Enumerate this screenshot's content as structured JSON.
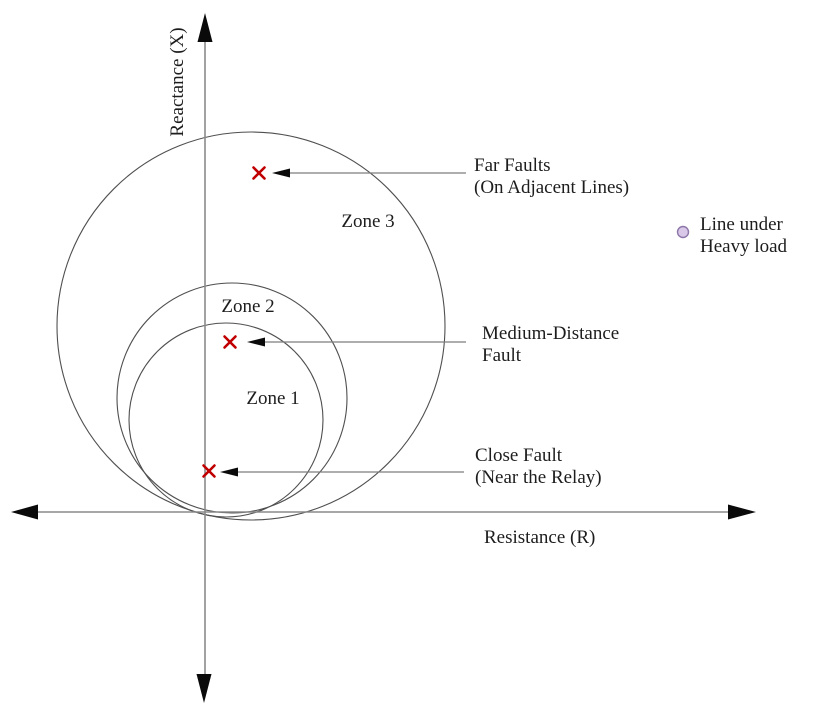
{
  "axes": {
    "x_label": "Resistance (R)",
    "y_label": "Reactance (X)"
  },
  "zones": [
    {
      "label": "Zone 1"
    },
    {
      "label": "Zone 2"
    },
    {
      "label": "Zone 3"
    }
  ],
  "annotations": {
    "far_fault": {
      "line1": "Far Faults",
      "line2": "(On Adjacent Lines)"
    },
    "medium_fault": {
      "line1": "Medium-Distance",
      "line2": "Fault"
    },
    "close_fault": {
      "line1": "Close Fault",
      "line2": "(Near the Relay)"
    },
    "heavy_load": {
      "line1": "Line under",
      "line2": "Heavy load"
    }
  },
  "markers": {
    "fault_symbol": "red-x-cross",
    "heavy_load_symbol": "lavender-circle"
  },
  "colors": {
    "fault_marker": "#c00000",
    "load_marker_fill": "#d9c8e8",
    "load_marker_stroke": "#8d76a8",
    "circle_line": "#4f4f4f",
    "axis_line": "#8a8a8a",
    "pointer_line": "#7d7d7d",
    "arrow_head": "#0a0a0a",
    "text": "#1d1d1d"
  }
}
